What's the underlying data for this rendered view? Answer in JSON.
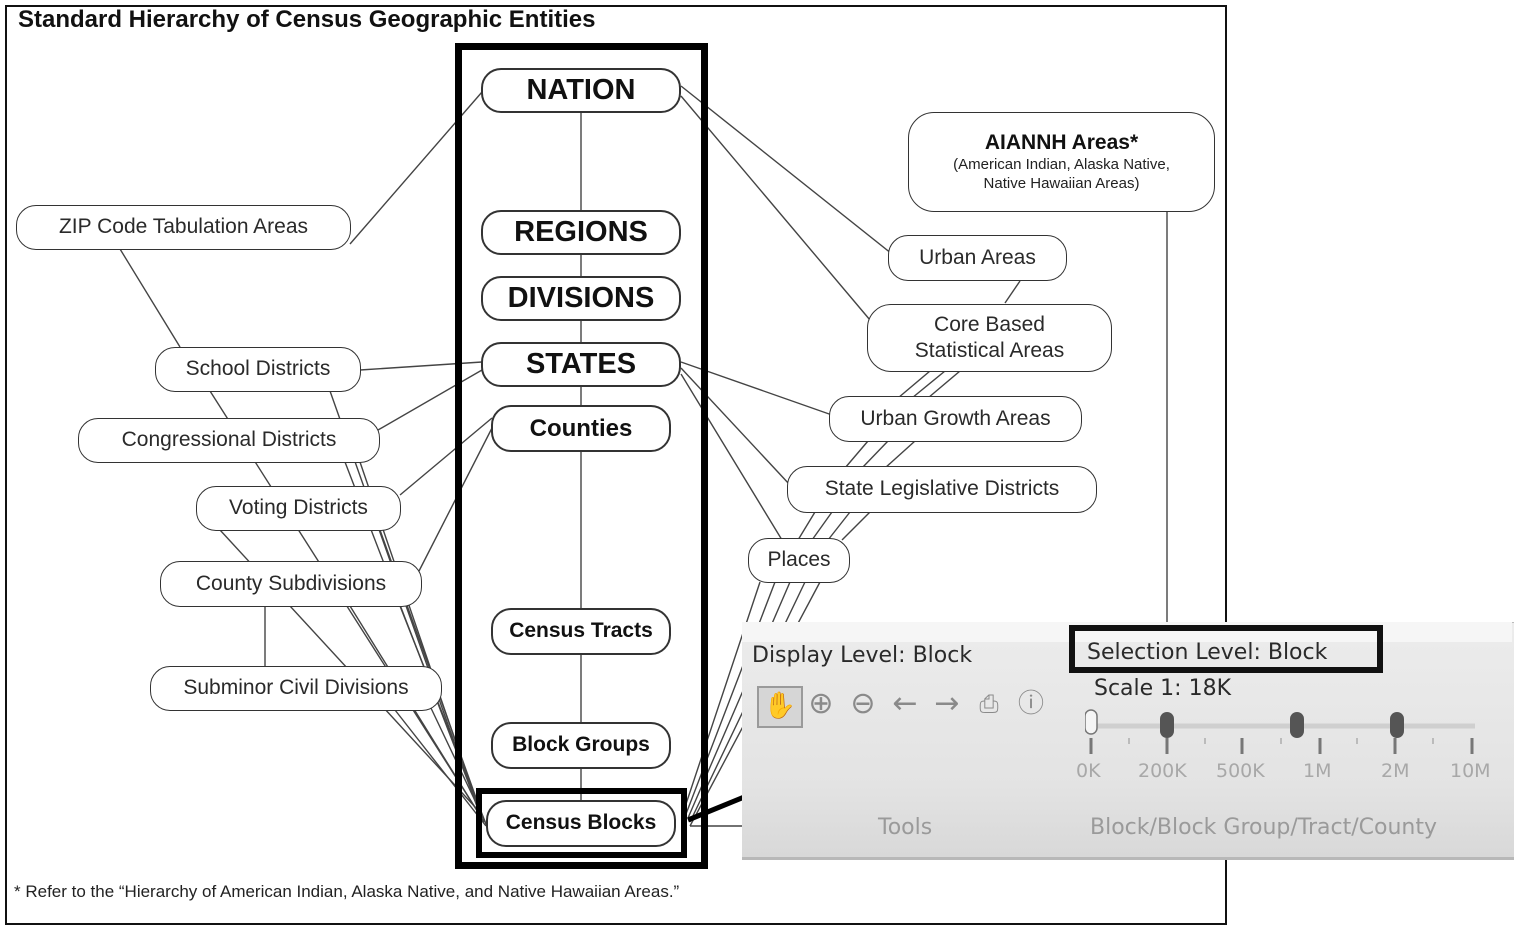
{
  "title": "Standard Hierarchy of Census Geographic Entities",
  "footnote": "* Refer to the “Hierarchy of American Indian, Alaska Native, and Native Hawaiian Areas.”",
  "spine": {
    "nation": "NATION",
    "regions": "REGIONS",
    "divisions": "DIVISIONS",
    "states": "STATES",
    "counties": "Counties",
    "census_tracts": "Census Tracts",
    "block_groups": "Block Groups",
    "census_blocks": "Census Blocks"
  },
  "left": {
    "zcta": "ZIP Code Tabulation Areas",
    "school_districts": "School Districts",
    "congressional_districts": "Congressional Districts",
    "voting_districts": "Voting Districts",
    "county_subdivisions": "County Subdivisions",
    "subminor_civil_divisions": "Subminor Civil Divisions"
  },
  "right": {
    "aiannh_title": "AIANNH Areas*",
    "aiannh_sub_1": "(American Indian, Alaska Native,",
    "aiannh_sub_2": "Native Hawaiian Areas)",
    "urban_areas": "Urban Areas",
    "cbsa_1": "Core Based",
    "cbsa_2": "Statistical Areas",
    "urban_growth_areas": "Urban Growth Areas",
    "state_legislative_districts": "State Legislative Districts",
    "places": "Places"
  },
  "inset": {
    "display_level": "Display Level: Block",
    "selection_level": "Selection Level: Block",
    "scale": "Scale 1: 18K",
    "scale_ticks": [
      "0K",
      "200K",
      "500K",
      "1M",
      "2M",
      "10M"
    ],
    "tools_label": "Tools",
    "levels_label": "Block/Block Group/Tract/County",
    "tool_icons": [
      "hand-pan-icon",
      "zoom-in-icon",
      "zoom-out-icon",
      "back-arrow-icon",
      "forward-arrow-icon",
      "print-icon",
      "info-icon"
    ]
  }
}
